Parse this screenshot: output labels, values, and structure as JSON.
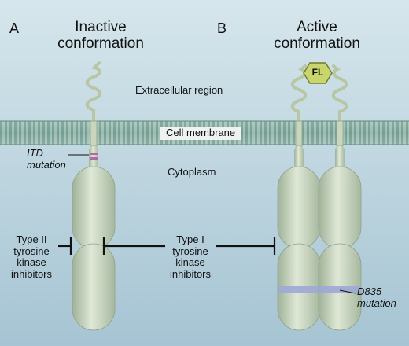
{
  "panels": {
    "a": {
      "letter": "A",
      "title_line1": "Inactive",
      "title_line2": "conformation"
    },
    "b": {
      "letter": "B",
      "title_line1": "Active",
      "title_line2": "conformation"
    }
  },
  "regions": {
    "extracellular": "Extracellular region",
    "membrane": "Cell membrane",
    "cytoplasm": "Cytoplasm"
  },
  "ligand": "FL",
  "mutations": {
    "itd_line1": "ITD",
    "itd_line2": "mutation",
    "d835_line1": "D835",
    "d835_line2": "mutation"
  },
  "inhibitors": {
    "type2": [
      "Type II",
      "tyrosine",
      "kinase",
      "inhibitors"
    ],
    "type1": [
      "Type I",
      "tyrosine",
      "kinase",
      "inhibitors"
    ]
  },
  "colors": {
    "background_top": "#cfe0e7",
    "background_bottom": "#a4c3d3",
    "membrane": "#8fb2a6",
    "receptor": "#c4d3bc",
    "ligand": "#c9d66e",
    "mutation_band": "#9ea8d6"
  }
}
